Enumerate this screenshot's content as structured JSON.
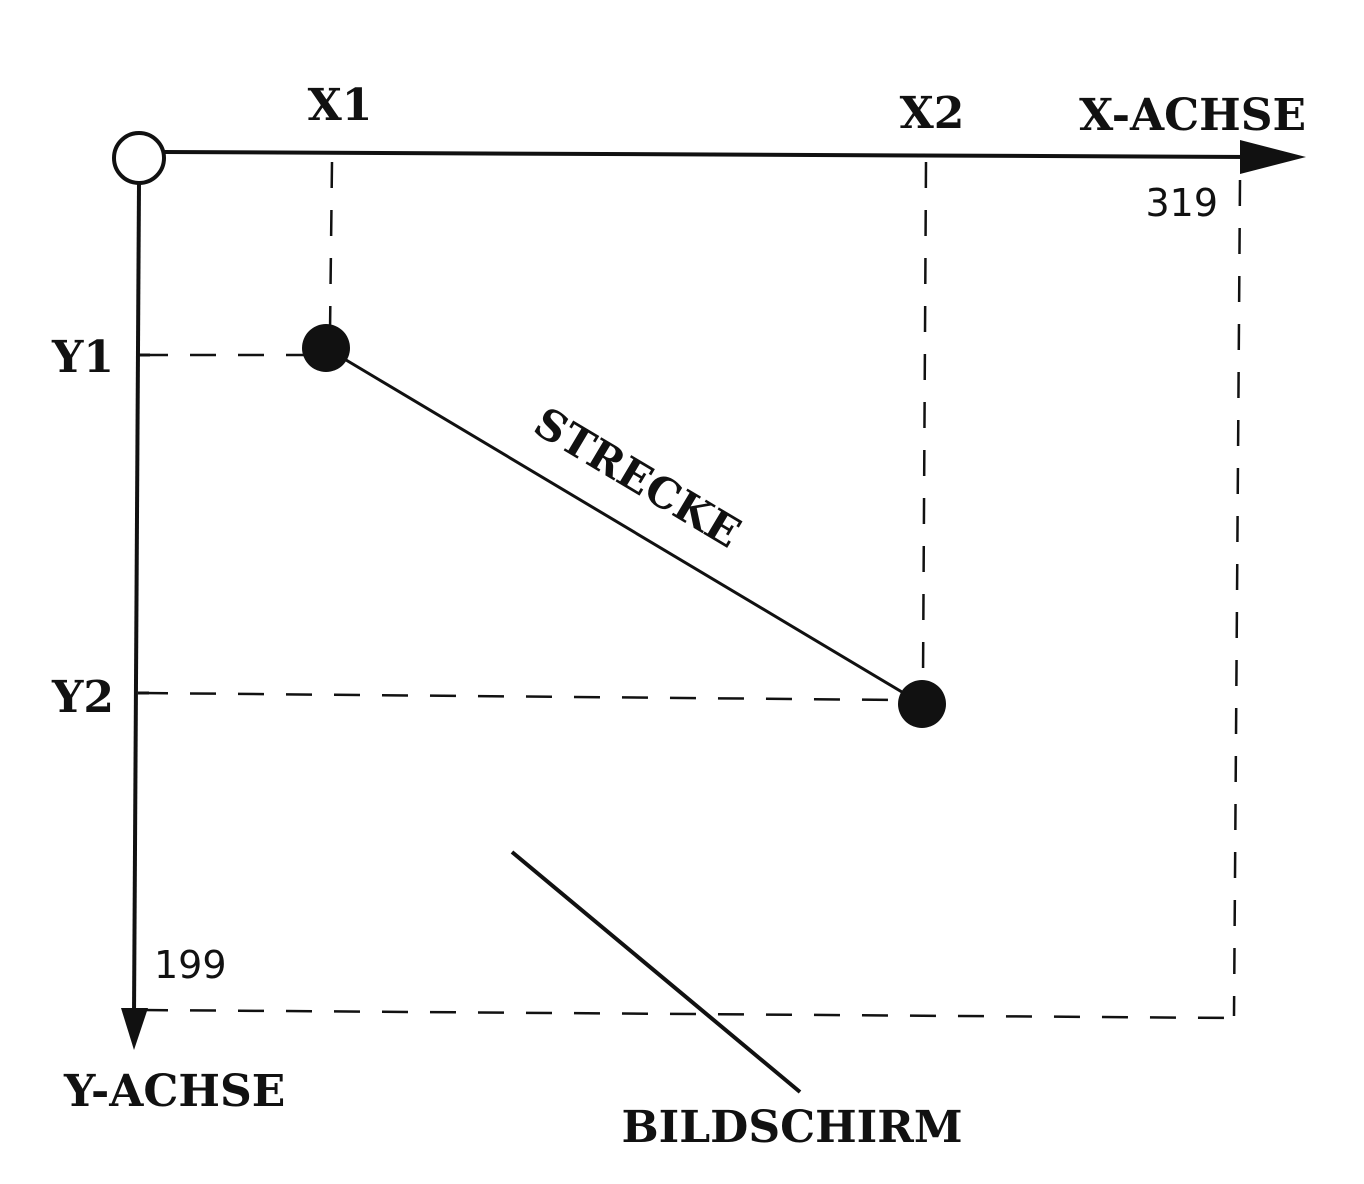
{
  "axes": {
    "x_label": "X-ACHSE",
    "y_label": "Y-ACHSE",
    "x_max": "319",
    "y_max": "199"
  },
  "points": {
    "x1": "X1",
    "x2": "X2",
    "y1": "Y1",
    "y2": "Y2"
  },
  "segment_label": "STRECKE",
  "screen_label": "BILDSCHIRM",
  "colors": {
    "ink": "#111111",
    "paper": "#ffffff"
  }
}
